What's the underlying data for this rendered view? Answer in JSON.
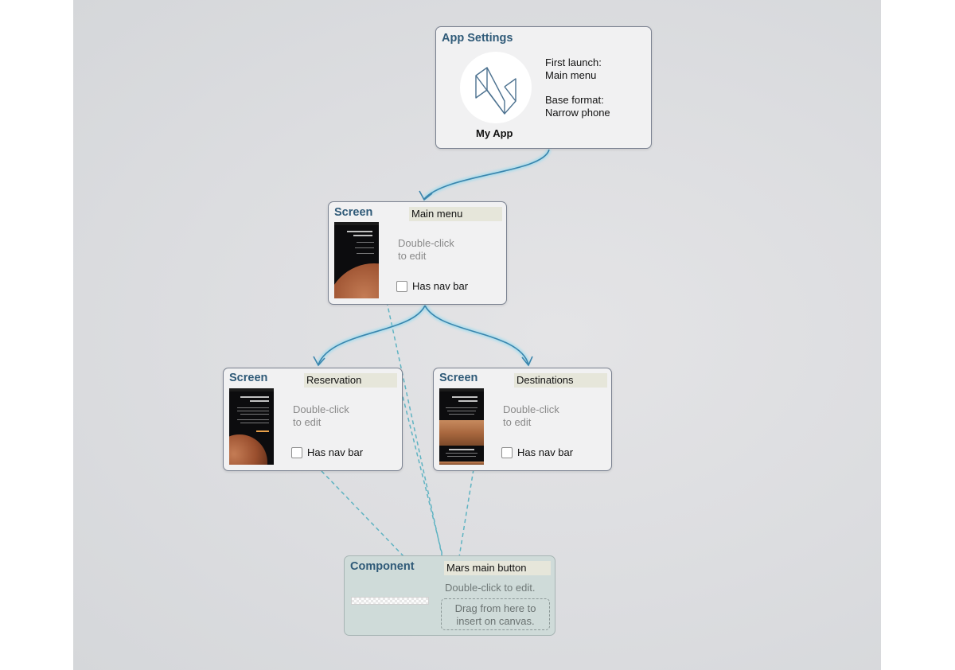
{
  "app_settings": {
    "title": "App Settings",
    "app_name": "My App",
    "first_launch_label": "First launch:",
    "first_launch_value": "Main menu",
    "base_format_label": "Base format:",
    "base_format_value": "Narrow phone"
  },
  "screens": [
    {
      "kind": "Screen",
      "name": "Main menu",
      "hint_line1": "Double-click",
      "hint_line2": "to edit",
      "nav_bar_label": "Has nav bar",
      "has_nav_bar": false
    },
    {
      "kind": "Screen",
      "name": "Reservation",
      "hint_line1": "Double-click",
      "hint_line2": "to edit",
      "nav_bar_label": "Has nav bar",
      "has_nav_bar": false
    },
    {
      "kind": "Screen",
      "name": "Destinations",
      "hint_line1": "Double-click",
      "hint_line2": "to edit",
      "nav_bar_label": "Has nav bar",
      "has_nav_bar": false
    }
  ],
  "component": {
    "kind": "Component",
    "name": "Mars main button",
    "hint": "Double-click to edit.",
    "drag_line1": "Drag from here to",
    "drag_line2": "insert on canvas."
  },
  "colors": {
    "flow_link": "#3f8fb6",
    "component_link": "#55b4c4",
    "title_text": "#2f5a78"
  }
}
